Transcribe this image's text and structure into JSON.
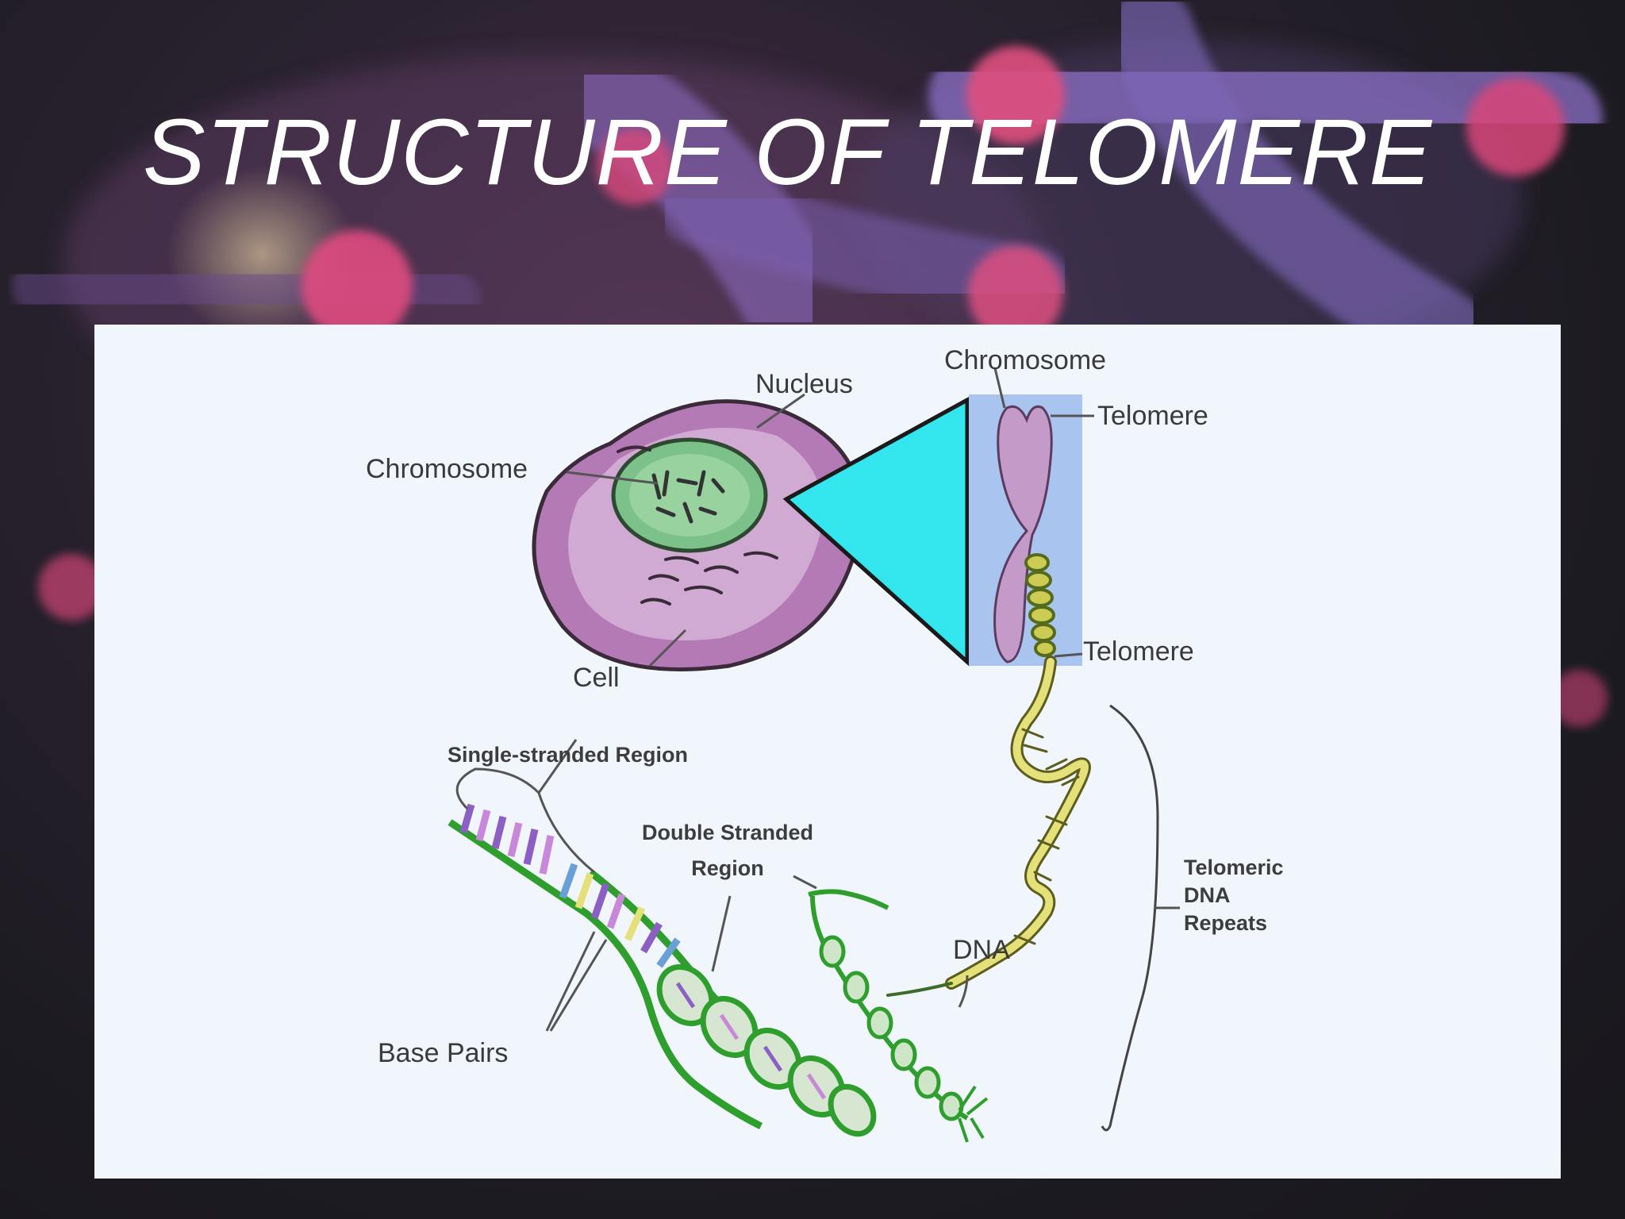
{
  "slide": {
    "title": "STRUCTURE OF TELOMERE"
  },
  "diagram": {
    "labels": {
      "nucleus": "Nucleus",
      "chromosome_cell": "Chromosome",
      "chromosome_top": "Chromosome",
      "telomere_top": "Telomere",
      "telomere_bottom": "Telomere",
      "cell": "Cell",
      "single_stranded": "Single-stranded Region",
      "double_stranded_line1": "Double Stranded",
      "double_stranded_line2": "Region",
      "dna": "DNA",
      "base_pairs": "Base Pairs",
      "telomeric_line1": "Telomeric",
      "telomeric_line2": "DNA",
      "telomeric_line3": "Repeats"
    },
    "colors": {
      "cell_fill": "#b37ab5",
      "nucleus_fill": "#7cc08a",
      "zoom_fill": "#33e6ee",
      "chromosome_fill": "#c49ac8",
      "chromosome_panel": "#a9c4ee",
      "dna_green": "#2e9e2c",
      "dna_yellow": "#e4e07a",
      "panel_bg": "#f1f6fc"
    }
  }
}
